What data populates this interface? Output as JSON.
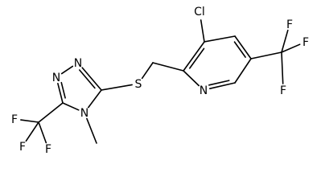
{
  "molecule": {
    "atoms": [
      {
        "id": "N1",
        "label": "N"
      },
      {
        "id": "N2",
        "label": "N"
      },
      {
        "id": "C3",
        "label": ""
      },
      {
        "id": "N4",
        "label": "N"
      },
      {
        "id": "C5",
        "label": ""
      },
      {
        "id": "S",
        "label": "S"
      },
      {
        "id": "CH2",
        "label": ""
      },
      {
        "id": "Me",
        "label": ""
      },
      {
        "id": "CF3a",
        "label": ""
      },
      {
        "id": "Fa1",
        "label": "F"
      },
      {
        "id": "Fa2",
        "label": "F"
      },
      {
        "id": "Fa3",
        "label": "F"
      },
      {
        "id": "Py2",
        "label": ""
      },
      {
        "id": "Py3",
        "label": ""
      },
      {
        "id": "Cl",
        "label": "Cl"
      },
      {
        "id": "Py4",
        "label": ""
      },
      {
        "id": "Py5",
        "label": ""
      },
      {
        "id": "Py6",
        "label": ""
      },
      {
        "id": "PyN",
        "label": "N"
      },
      {
        "id": "CF3b",
        "label": ""
      },
      {
        "id": "Fb1",
        "label": "F"
      },
      {
        "id": "Fb2",
        "label": "F"
      },
      {
        "id": "Fb3",
        "label": "F"
      }
    ],
    "bonds": [
      {
        "a": "N1",
        "b": "N2",
        "order": 1
      },
      {
        "a": "N2",
        "b": "C3",
        "order": 2
      },
      {
        "a": "C3",
        "b": "N4",
        "order": 1
      },
      {
        "a": "N4",
        "b": "C5",
        "order": 1
      },
      {
        "a": "C5",
        "b": "N1",
        "order": 2
      },
      {
        "a": "C3",
        "b": "S",
        "order": 1
      },
      {
        "a": "S",
        "b": "CH2",
        "order": 1
      },
      {
        "a": "N4",
        "b": "Me",
        "order": 1
      },
      {
        "a": "C5",
        "b": "CF3a",
        "order": 1
      },
      {
        "a": "CF3a",
        "b": "Fa1",
        "order": 1
      },
      {
        "a": "CF3a",
        "b": "Fa2",
        "order": 1
      },
      {
        "a": "CF3a",
        "b": "Fa3",
        "order": 1
      },
      {
        "a": "CH2",
        "b": "Py2",
        "order": 1
      },
      {
        "a": "Py2",
        "b": "Py3",
        "order": 2
      },
      {
        "a": "Py3",
        "b": "Py4",
        "order": 1
      },
      {
        "a": "Py4",
        "b": "Py5",
        "order": 2
      },
      {
        "a": "Py5",
        "b": "Py6",
        "order": 1
      },
      {
        "a": "Py6",
        "b": "PyN",
        "order": 2
      },
      {
        "a": "PyN",
        "b": "Py2",
        "order": 1
      },
      {
        "a": "Py3",
        "b": "Cl",
        "order": 1
      },
      {
        "a": "Py5",
        "b": "CF3b",
        "order": 1
      },
      {
        "a": "CF3b",
        "b": "Fb1",
        "order": 1
      },
      {
        "a": "CF3b",
        "b": "Fb2",
        "order": 1
      },
      {
        "a": "CF3b",
        "b": "Fb3",
        "order": 1
      }
    ]
  }
}
